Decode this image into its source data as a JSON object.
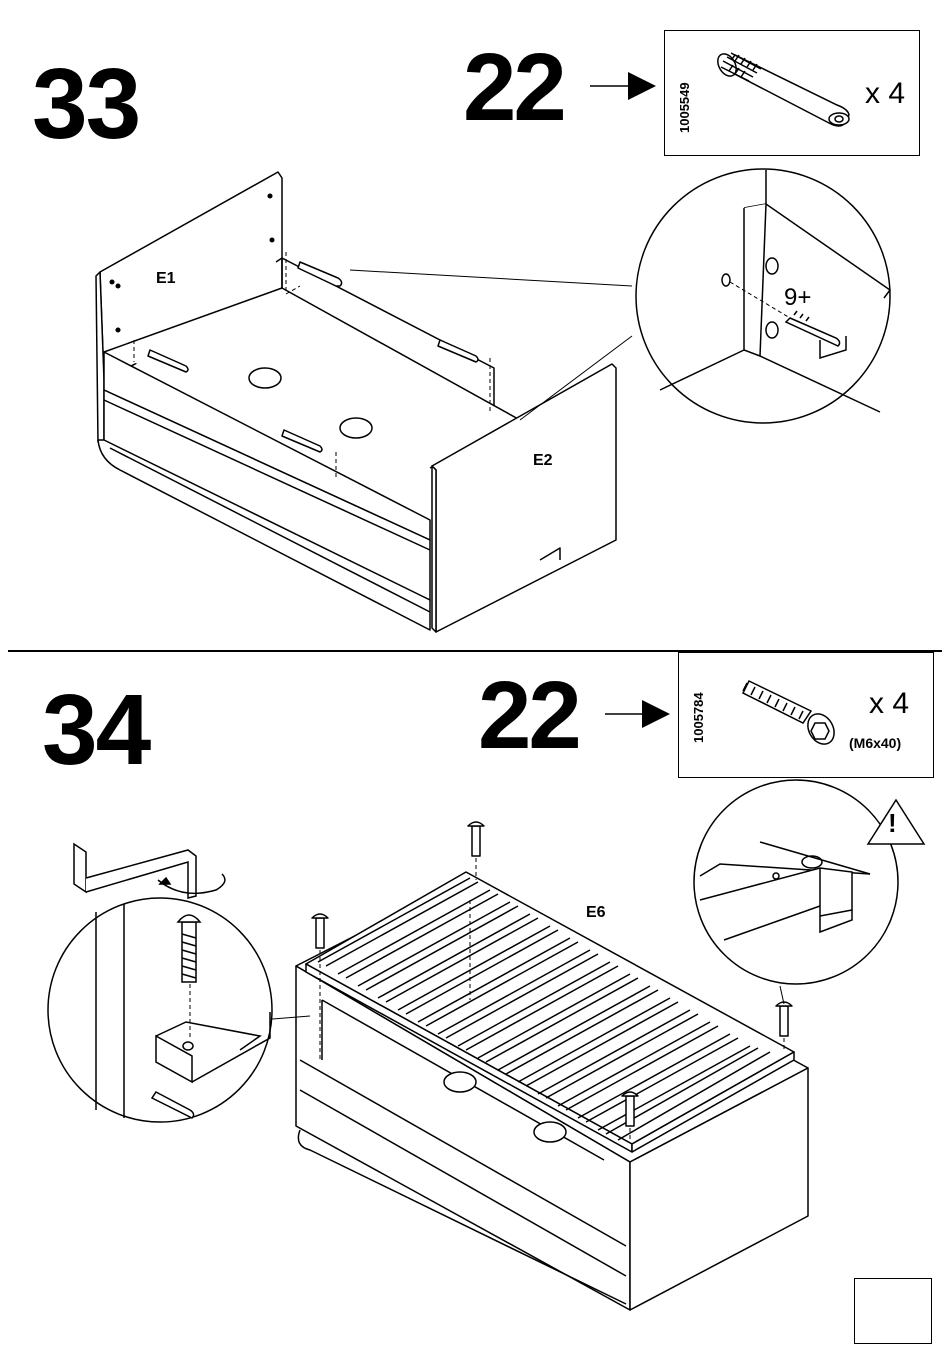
{
  "step33": {
    "number": "33",
    "part_ref": "22",
    "part_code": "1005549",
    "quantity": "x 4",
    "detail_note": "9+",
    "labels": {
      "panel_left": "E1",
      "panel_right": "E2"
    }
  },
  "step34": {
    "number": "34",
    "part_ref": "22",
    "part_code": "1005784",
    "quantity": "x 4",
    "spec": "(M6x40)",
    "labels": {
      "slat_frame": "E6"
    },
    "warning_symbol": "!"
  },
  "icons": {
    "cam_bolt": "cam-bolt-icon",
    "screw": "screw-icon",
    "allen_key": "allen-key-icon",
    "warning": "warning-triangle-icon",
    "arrow": "arrow-right-icon"
  }
}
